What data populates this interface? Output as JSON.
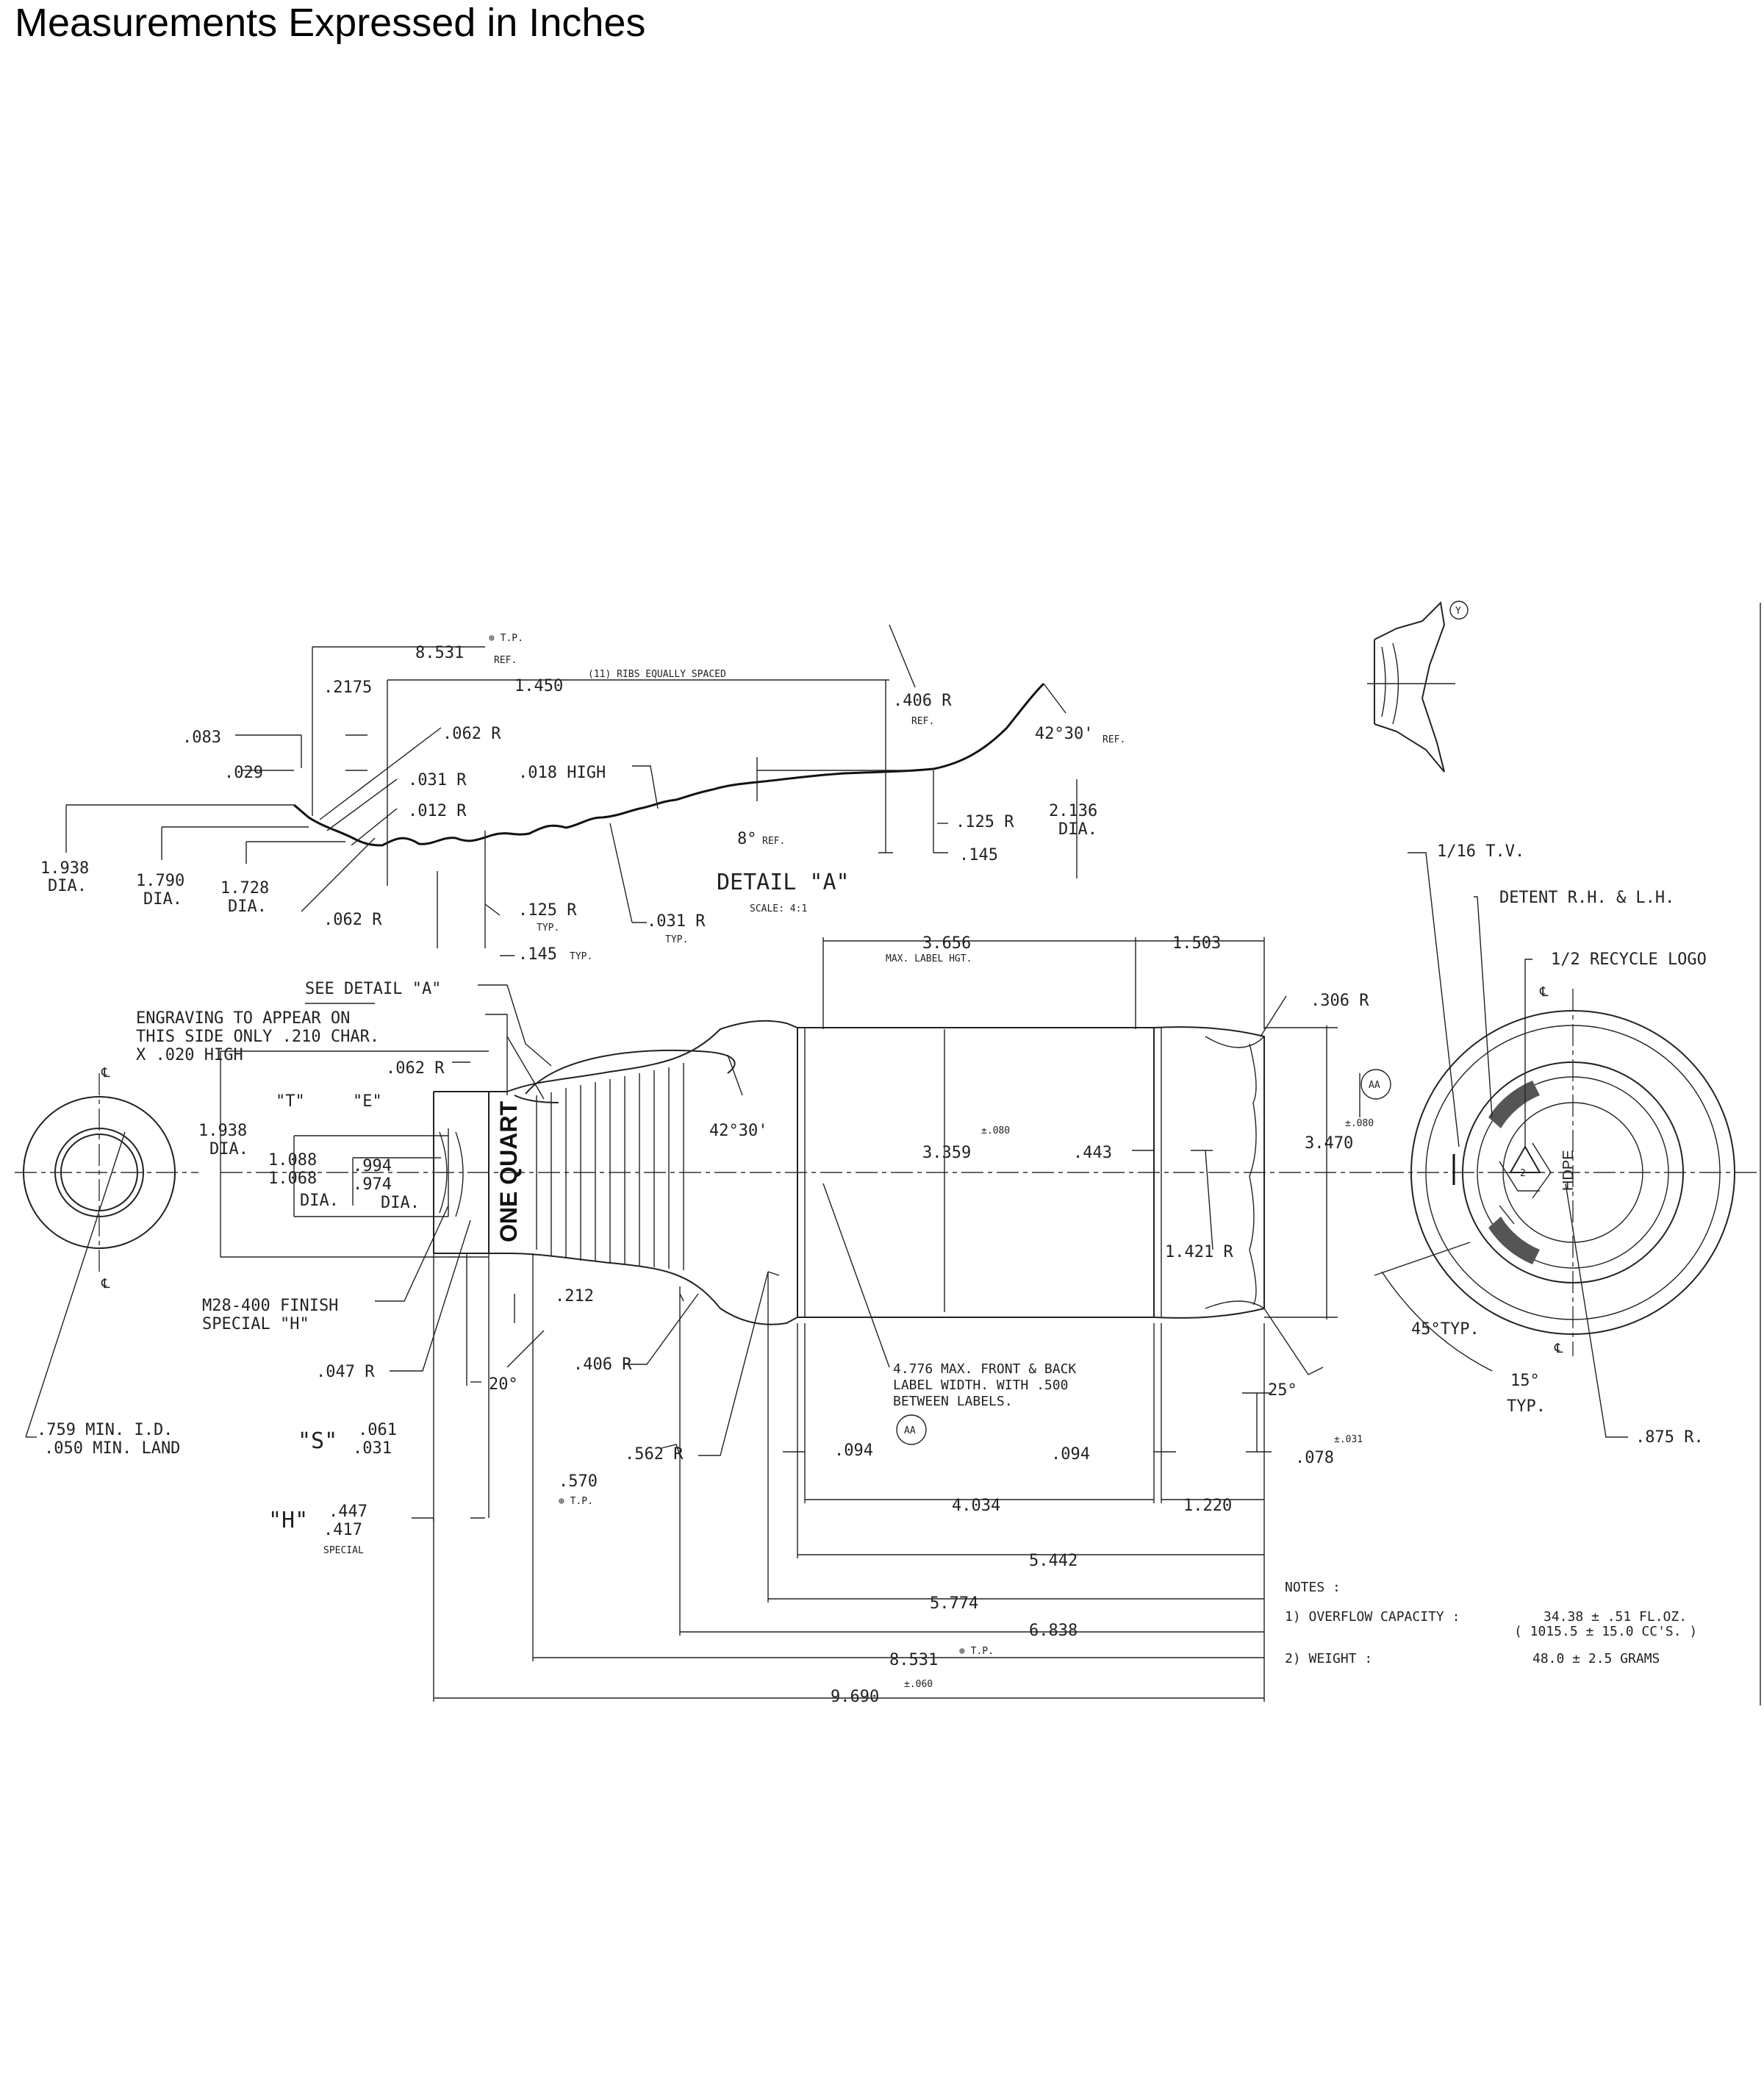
{
  "page_title": "Measurements Expressed in Inches",
  "detail_a": {
    "d_8531": "8.531",
    "d_8531_sup": "⊕ T.P.",
    "d_8531_sub": "REF.",
    "d_2175": ".2175",
    "d_1450": "1.450",
    "ribs_note": "(11) RIBS EQUALLY SPACED",
    "d_406r": ".406 R",
    "d_406r_sub": "REF.",
    "ang_4230": "42°30'",
    "ang_4230_sub": "REF.",
    "d_083": ".083",
    "d_062r_a": ".062 R",
    "d_029": ".029",
    "d_031r_a": ".031 R",
    "d_018": ".018 HIGH",
    "d_012r": ".012 R",
    "d_125r_a": ".125 R",
    "d_2136": "2.136",
    "d_2136_dia": "DIA.",
    "d_145_a": ".145",
    "ang_8": "8°",
    "ang_8_sub": "REF.",
    "d_1938_a": "1.938",
    "d_1938_a_dia": "DIA.",
    "d_1790": "1.790",
    "d_1790_dia": "DIA.",
    "d_1728": "1.728",
    "d_1728_dia": "DIA.",
    "d_062r_b": ".062 R",
    "d_125r_b": ".125 R",
    "d_125r_b_sub": "TYP.",
    "d_031r_b": ".031 R",
    "d_031r_b_sub": "TYP.",
    "d_145_b": ".145",
    "d_145_b_sub": "TYP.",
    "title": "DETAIL \"A\"",
    "scale": "SCALE: 4:1"
  },
  "main_view": {
    "see_detail": "SEE DETAIL \"A\"",
    "engraving_1": "ENGRAVING TO APPEAR ON",
    "engraving_2": "THIS SIDE ONLY .210 CHAR.",
    "engraving_3": "X .020 HIGH",
    "d_062r": ".062 R",
    "t_label": "\"T\"",
    "e_label": "\"E\"",
    "d_1938": "1.938",
    "d_1938_dia": "DIA.",
    "d_1088": "1.088",
    "d_1068": "1.068",
    "d_10xx_dia": "DIA.",
    "d_994": ".994",
    "d_974": ".974",
    "d_9xx_dia": "DIA.",
    "engraving_text": "ONE QUART",
    "ang_4230": "42°30'",
    "d_3656": "3.656",
    "d_3656_sub": "MAX. LABEL HGT.",
    "d_1503": "1.503",
    "d_306r": ".306 R",
    "d_080_a": "±.080",
    "d_3359": "3.359",
    "d_443": ".443",
    "d_080_b": "±.080",
    "d_3470": "3.470",
    "aa_mark": "AA",
    "d_1421r": "1.421 R",
    "finish_1": "M28-400 FINISH",
    "finish_2": "SPECIAL \"H\"",
    "d_212": ".212",
    "d_047r": ".047 R",
    "ang_20": "20°",
    "d_406r": ".406 R",
    "label_note_1": "4.776 MAX. FRONT & BACK",
    "label_note_2": "LABEL WIDTH.  WITH .500",
    "label_note_3": "BETWEEN LABELS.",
    "ang_25": "25°",
    "min_id": ".759 MIN. I.D.",
    "min_land": ".050 MIN. LAND",
    "s_label": "\"S\"",
    "d_061": ".061",
    "d_031": ".031",
    "d_562r": ".562 R",
    "d_094_a": ".094",
    "aa_mark_2": "AA",
    "d_094_b": ".094",
    "d_078": ".078",
    "d_078_tol": "±.031",
    "d_570": ".570",
    "d_570_sub": "⊕ T.P.",
    "d_4034": "4.034",
    "d_1220": "1.220",
    "h_label": "\"H\"",
    "d_447": ".447",
    "d_417": ".417",
    "special": "SPECIAL",
    "d_5442": "5.442",
    "d_5774": "5.774",
    "d_6838": "6.838",
    "d_8531": "8.531",
    "d_8531_sup": "⊕ T.P.",
    "d_9690": "9.690",
    "d_9690_tol": "±.060",
    "cl": "℄"
  },
  "bottom_view": {
    "tv": "1/16 T.V.",
    "detent": "DETENT R.H. & L.H.",
    "recycle": "1/2 RECYCLE LOGO",
    "ang_45": "45°TYP.",
    "ang_15": "15°",
    "ang_15_sub": "TYP.",
    "d_875r": ".875 R.",
    "hdpe": "HDPE",
    "recycle_num": "2",
    "y_mark": "Y",
    "cl": "℄"
  },
  "notes": {
    "heading": "NOTES :",
    "n1_label": "1) OVERFLOW CAPACITY :",
    "n1_value": "34.38 ± .51 FL.OZ.",
    "n1_value_2": "( 1015.5 ± 15.0 CC'S. )",
    "n2_label": "2) WEIGHT :",
    "n2_value": "48.0 ± 2.5 GRAMS"
  }
}
